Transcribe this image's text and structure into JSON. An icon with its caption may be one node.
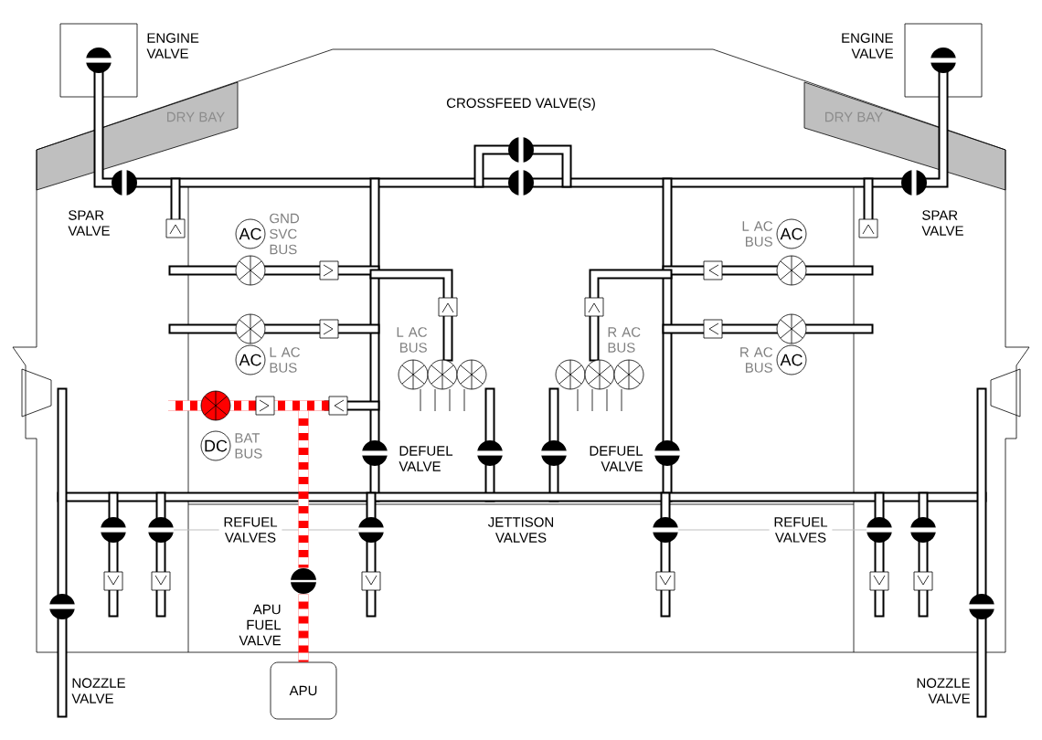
{
  "diagram": {
    "nodes": [
      {
        "text": [
          "REFUEL VALVES"
        ]
      },
      {
        "text": [
          "REFUEL VALVES"
        ]
      },
      {
        "text": [],
        "shape": "circle",
        "beside": [
          "APU FUEL VALVE"
        ]
      },
      {
        "text": [
          "APU"
        ]
      }
    ],
    "edges": [
      {
        "from": 0,
        "to": null,
        "arrow": "none",
        "color": "#c0c0c0"
      },
      {
        "from": 0,
        "to": null,
        "arrow": "none",
        "color": "#c0c0c0"
      },
      {
        "from": 1,
        "to": null,
        "arrow": "none",
        "color": "#c0c0c0"
      },
      {
        "from": 1,
        "to": null,
        "arrow": "none",
        "color": "#c0c0c0"
      },
      {
        "from": null,
        "to": 2,
        "arrow": "none",
        "style": "thick",
        "color": "#ff0000"
      },
      {
        "from": 2,
        "to": 3,
        "arrow": "none",
        "style": "thick",
        "color": "#ff0000"
      }
    ],
    "labels": [
      "ENGINE VALVE",
      "ENGINE VALVE",
      "CROSSFEED VALVE(S)",
      "DRY BAY",
      "DRY BAY",
      "SPAR VALVE",
      "SPAR VALVE",
      "AC",
      "GND SVC BUS",
      "L AC BUS",
      "AC",
      "L AC BUS",
      "R AC BUS",
      "AC",
      "L AC BUS",
      "R AC BUS",
      "AC",
      "DC",
      "BAT BUS",
      "DEFUEL VALVE",
      "DEFUEL VALVE",
      "JETTISON VALVES",
      "NOZZLE VALVE",
      "NOZZLE VALVE"
    ]
  }
}
